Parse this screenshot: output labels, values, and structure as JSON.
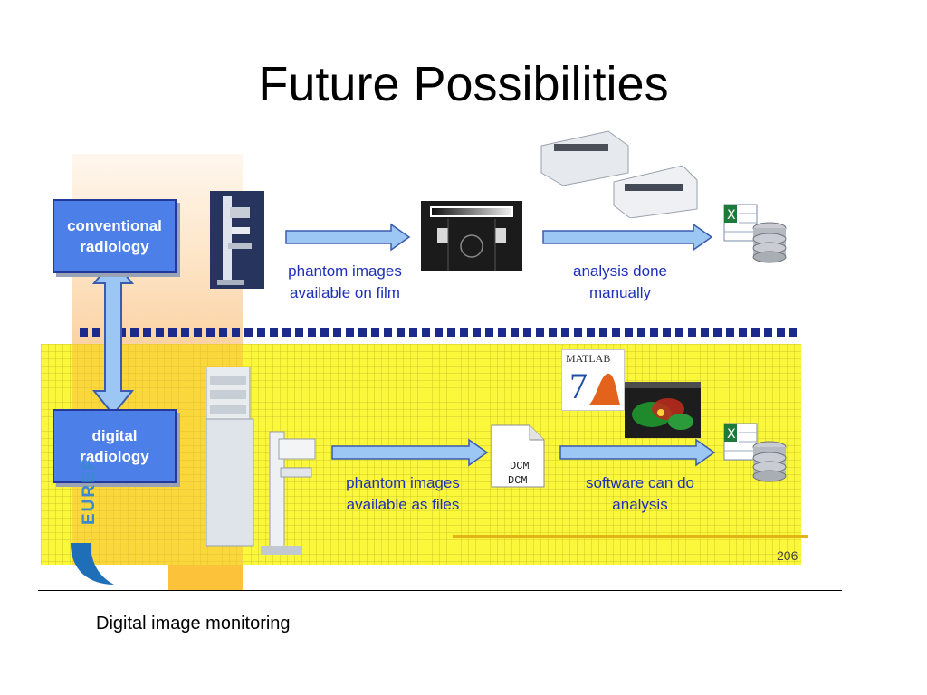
{
  "slide": {
    "title": "Future Possibilities",
    "caption": "Digital image monitoring",
    "page_number": "206"
  },
  "boxes": {
    "conventional": "conventional radiology",
    "digital": "digital radiology"
  },
  "labels": {
    "film_line1": "phantom images",
    "film_line2": "available on film",
    "manual_line1": "analysis done",
    "manual_line2": "manually",
    "files_line1": "phantom images",
    "files_line2": "available as files",
    "software_line1": "software can do",
    "software_line2": "analysis"
  },
  "images": {
    "matlab_text": "MATLAB",
    "matlab_version": "7",
    "dcm_1": "DCM",
    "dcm_2": "DCM",
    "logo_text": "EUREF"
  },
  "colors": {
    "box_fill": "#4d7fe8",
    "arrow_fill": "#9cc7f5",
    "label_text": "#1f30b8",
    "yellow": "#fbf73a",
    "dotted": "#1c2a8c"
  }
}
